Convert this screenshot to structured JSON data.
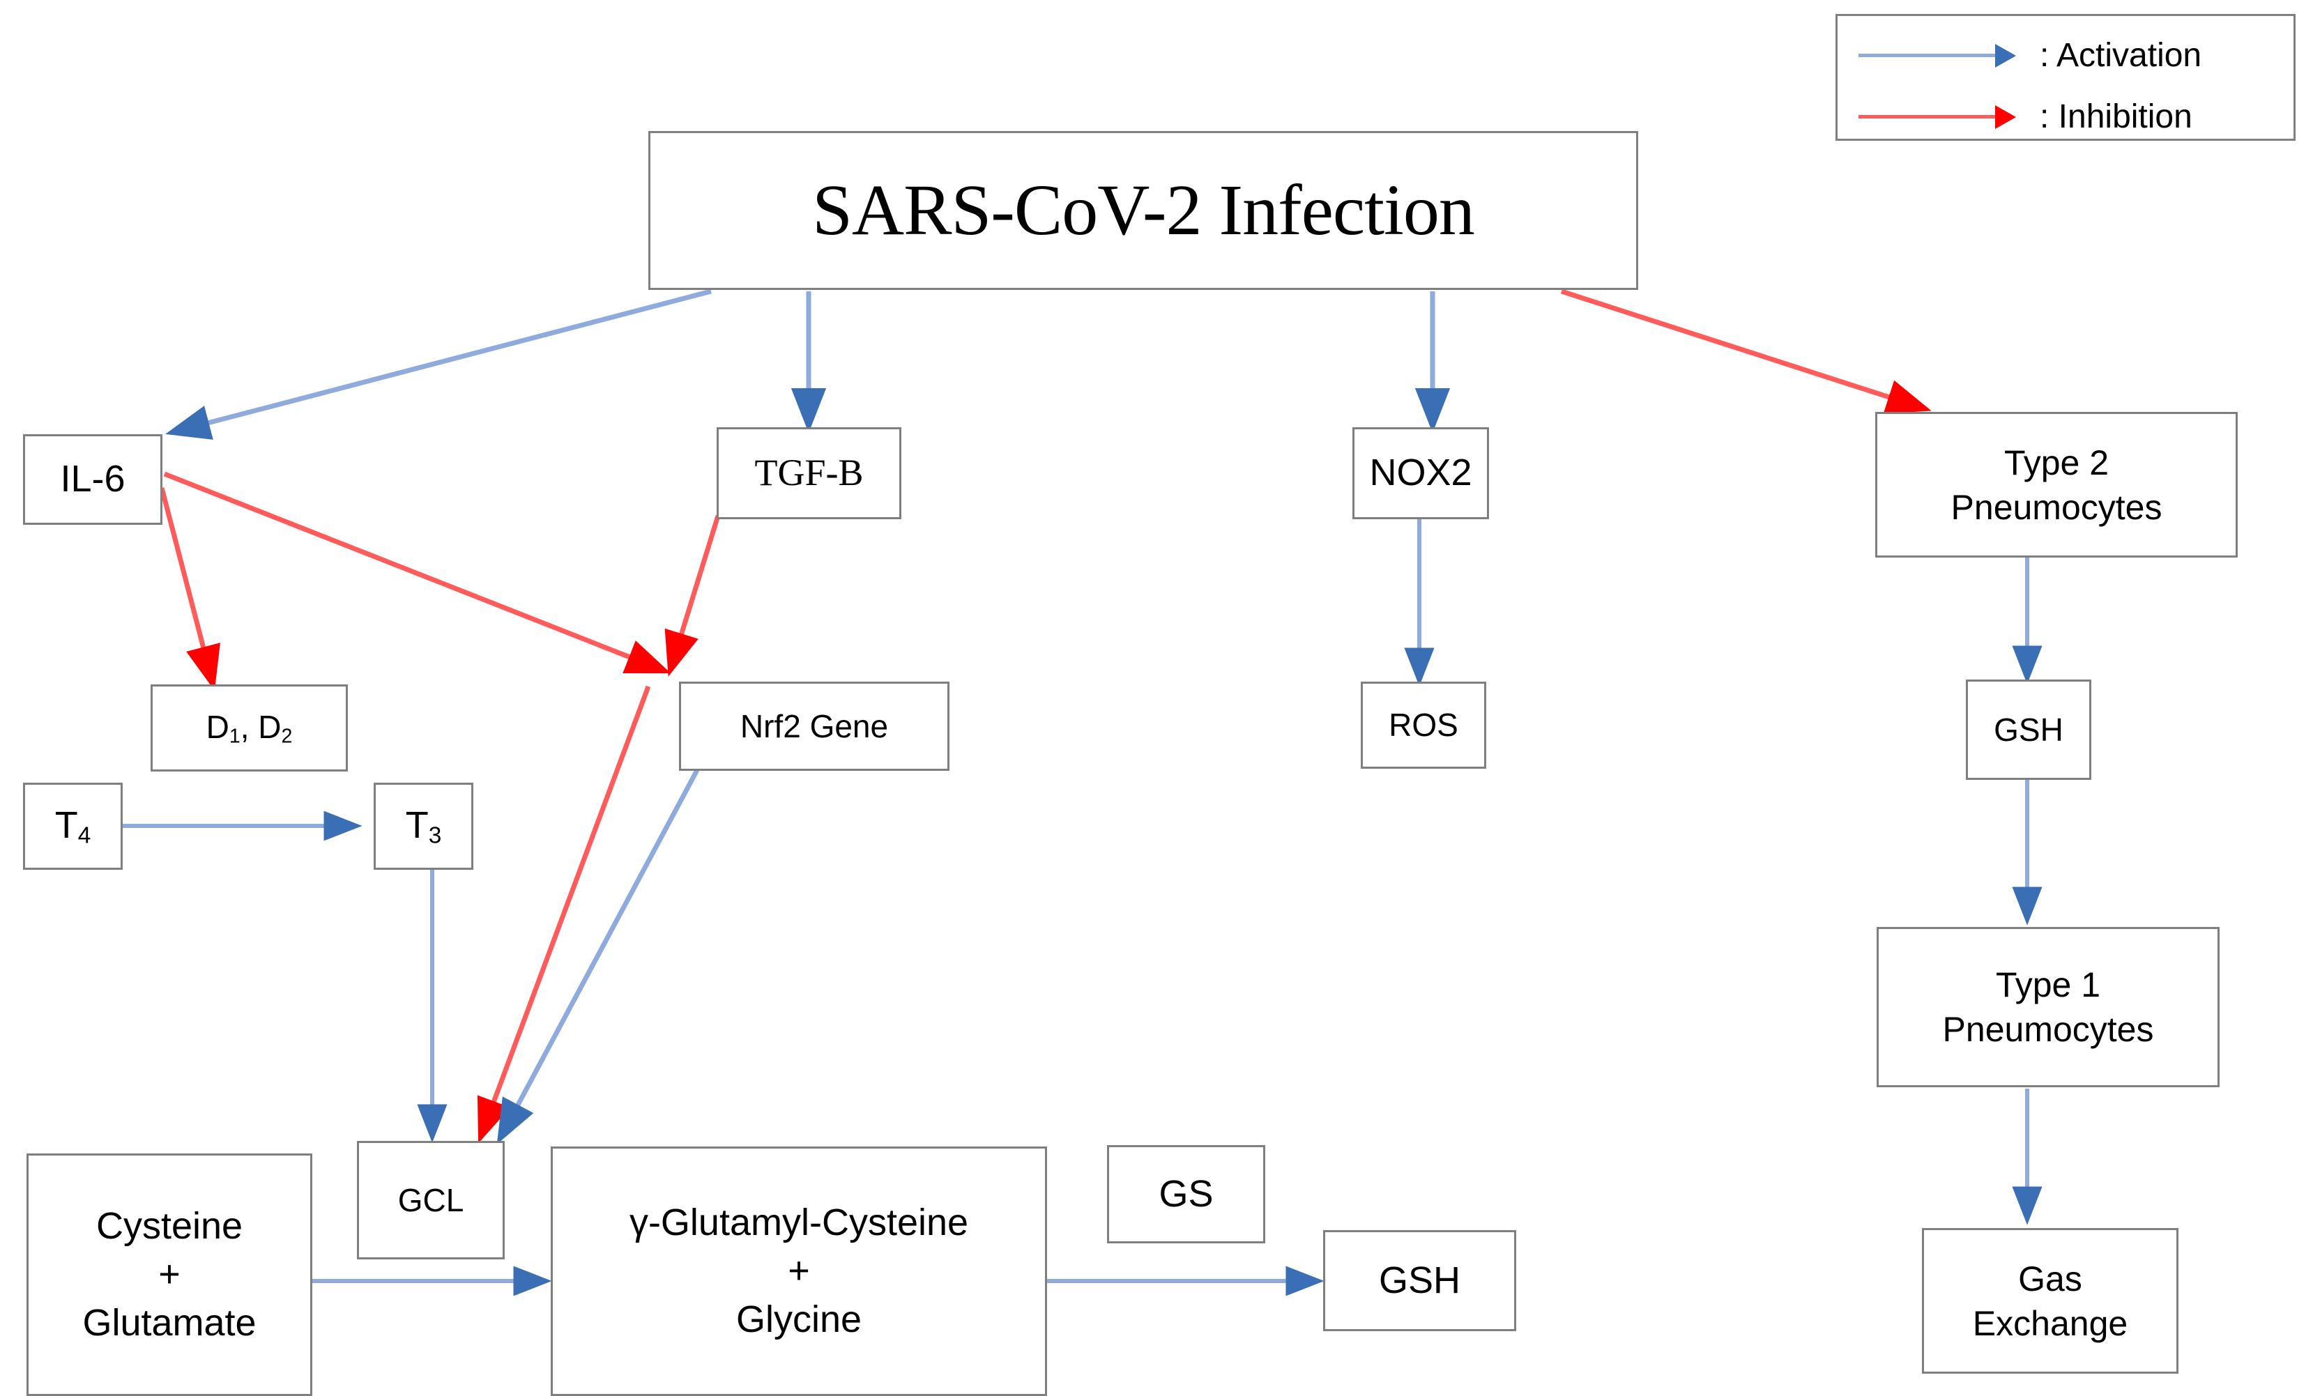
{
  "diagram": {
    "title_node": {
      "label": "SARS-CoV-2 Infection"
    },
    "background_color": "#ffffff",
    "node_border_color": "#7f7f7f",
    "activation_line_color": "#8faadc",
    "activation_head_color": "#3a6eb5",
    "inhibition_line_color": "#ff5b5b",
    "inhibition_head_color": "#ff0000"
  },
  "legend": {
    "rows": [
      {
        "icon": "blue-arrow-icon",
        "label": ": Activation",
        "line_color": "#8faadc",
        "head_color": "#3a6eb5"
      },
      {
        "icon": "red-arrow-icon",
        "label": ": Inhibition",
        "line_color": "#ff5b5b",
        "head_color": "#ff0000"
      }
    ]
  },
  "nodes": [
    {
      "id": "sars",
      "label": "SARS-CoV-2 Infection"
    },
    {
      "id": "il6",
      "label": "IL-6"
    },
    {
      "id": "tgfb",
      "label": "TGF-B"
    },
    {
      "id": "nox2",
      "label": "NOX2"
    },
    {
      "id": "type2",
      "label": "Type 2\nPneumocytes"
    },
    {
      "id": "d1d2",
      "label": "D1, D2",
      "label_html": "D<sub>1</sub>, D<sub>2</sub>"
    },
    {
      "id": "nrf2",
      "label": "Nrf2 Gene"
    },
    {
      "id": "ros",
      "label": "ROS"
    },
    {
      "id": "gsh_right",
      "label": "GSH"
    },
    {
      "id": "t4",
      "label": "T4",
      "label_html": "T<sub>4</sub>"
    },
    {
      "id": "t3",
      "label": "T3",
      "label_html": "T<sub>3</sub>"
    },
    {
      "id": "type1",
      "label": "Type 1\nPneumocytes"
    },
    {
      "id": "gcl",
      "label": "GCL"
    },
    {
      "id": "cys_glu",
      "label": "Cysteine\n+\nGlutamate"
    },
    {
      "id": "gamma",
      "label": "γ-Glutamyl-Cysteine\n+\nGlycine"
    },
    {
      "id": "gs",
      "label": "GS"
    },
    {
      "id": "gsh_bottom",
      "label": "GSH"
    },
    {
      "id": "gas",
      "label": "Gas\nExchange"
    }
  ],
  "edges": [
    {
      "from": "sars",
      "to": "il6",
      "type": "activation"
    },
    {
      "from": "sars",
      "to": "tgfb",
      "type": "activation"
    },
    {
      "from": "sars",
      "to": "nox2",
      "type": "activation"
    },
    {
      "from": "sars",
      "to": "type2",
      "type": "inhibition"
    },
    {
      "from": "il6",
      "to": "d1d2",
      "type": "inhibition"
    },
    {
      "from": "il6",
      "to": "nrf2",
      "type": "inhibition"
    },
    {
      "from": "tgfb",
      "to": "nrf2",
      "type": "inhibition"
    },
    {
      "from": "nrf2",
      "to": "gcl",
      "type": "inhibition"
    },
    {
      "from": "nrf2",
      "to": "gcl",
      "type": "activation"
    },
    {
      "from": "nox2",
      "to": "ros",
      "type": "activation"
    },
    {
      "from": "type2",
      "to": "gsh_right",
      "type": "activation"
    },
    {
      "from": "gsh_right",
      "to": "type1",
      "type": "activation"
    },
    {
      "from": "type1",
      "to": "gas",
      "type": "activation"
    },
    {
      "from": "t4",
      "to": "t3",
      "type": "activation"
    },
    {
      "from": "t3",
      "to": "gcl",
      "type": "activation"
    },
    {
      "from": "cys_glu",
      "to": "gamma",
      "type": "activation"
    },
    {
      "from": "gamma",
      "to": "gsh_bottom",
      "type": "activation"
    }
  ]
}
